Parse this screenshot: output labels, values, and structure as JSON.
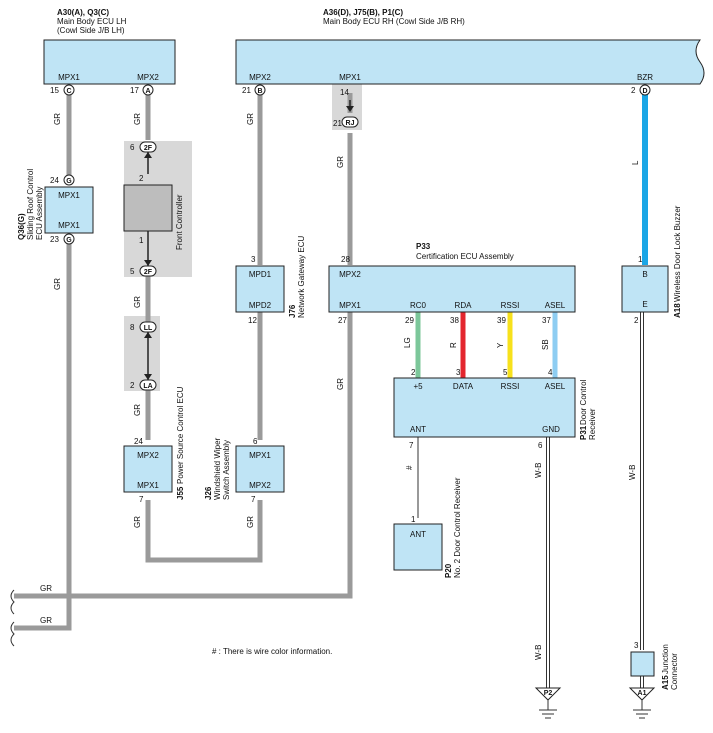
{
  "components": {
    "a30": {
      "codes": "A30(A), Q3(C)",
      "name": "Main Body ECU LH",
      "sub": "(Cowl Side J/B LH)",
      "pin_mpx1": "MPX1",
      "pin_mpx2": "MPX2",
      "n15": "15",
      "c15": "C",
      "n17": "17",
      "c17": "A"
    },
    "a36": {
      "codes": "A36(D), J75(B), P1(C)",
      "name": "Main Body ECU RH (Cowl Side J/B RH)",
      "pin_mpx2": "MPX2",
      "pin_mpx1": "MPX1",
      "pin_bzr": "BZR",
      "n21": "21",
      "c21": "B",
      "n14": "14",
      "n21b": "21",
      "c21b": "RJ",
      "n2": "2",
      "c2": "D"
    },
    "q36": {
      "code": "Q36(G)",
      "name1": "Sliding Roof Control",
      "name2": "ECU Assembly",
      "pin_top": "MPX1",
      "pin_bot": "MPX1",
      "n24": "24",
      "c24": "G",
      "n23": "23",
      "c23": "G"
    },
    "front": {
      "name": "Front Controller",
      "n6": "6",
      "c6": "2F",
      "n2": "2",
      "n1": "1",
      "n5": "5",
      "c5": "2F"
    },
    "ll": {
      "n8": "8",
      "c8": "LL",
      "n2": "2",
      "c2": "LA"
    },
    "j55": {
      "code": "J55",
      "name": "Power Source Control ECU",
      "pin_top": "MPX2",
      "pin_bot": "MPX1",
      "n24": "24",
      "n7": "7"
    },
    "j76": {
      "code": "J76",
      "name": "Network Gateway ECU",
      "pin_top": "MPD1",
      "pin_bot": "MPD2",
      "n3": "3",
      "n12": "12"
    },
    "j26": {
      "code": "J26",
      "name1": "Windshield Wiper",
      "name2": "Switch Assembly",
      "pin_top": "MPX1",
      "pin_bot": "MPX2",
      "n6": "6",
      "n7": "7"
    },
    "p33": {
      "code": "P33",
      "name": "Certification ECU Assembly",
      "pin_mpx2": "MPX2",
      "pin_mpx1": "MPX1",
      "pin_rc0": "RC0",
      "pin_rda": "RDA",
      "pin_rssi": "RSSI",
      "pin_asel": "ASEL",
      "n28": "28",
      "n27": "27",
      "n29": "29",
      "n38": "38",
      "n39": "39",
      "n37": "37"
    },
    "p31": {
      "code": "P31",
      "name1": "Door Control",
      "name2": "Receiver",
      "pin_5v": "+5",
      "pin_data": "DATA",
      "pin_rssi": "RSSI",
      "pin_asel": "ASEL",
      "pin_ant": "ANT",
      "pin_gnd": "GND",
      "n2": "2",
      "n3": "3",
      "n5": "5",
      "n4": "4",
      "n7": "7",
      "n6": "6"
    },
    "p20": {
      "code": "P20",
      "name": "No. 2 Door Control Receiver",
      "pin": "ANT",
      "n1": "1"
    },
    "a18": {
      "code": "A18",
      "name": "Wireless Door Lock Buzzer",
      "pin_b": "B",
      "pin_e": "E",
      "n1": "1",
      "n2": "2"
    },
    "a15": {
      "code": "A15",
      "name1": "Junction",
      "name2": "Connector",
      "n3": "3",
      "ground": "A1"
    },
    "p2": {
      "ground": "P2"
    }
  },
  "wires": {
    "gr": "GR",
    "l": "L",
    "lg": "LG",
    "r": "R",
    "y": "Y",
    "sb": "SB",
    "wb": "W-B",
    "hash": "#"
  },
  "note": "# : There is wire color information.",
  "colors": {
    "box": "#bfe4f5",
    "gray_wire": "#9a9a9a",
    "blue": "#1aa6e6",
    "green": "#7cc79a",
    "red": "#e3262e",
    "yellow": "#f7e11c",
    "lightblue": "#8ecdf2"
  }
}
